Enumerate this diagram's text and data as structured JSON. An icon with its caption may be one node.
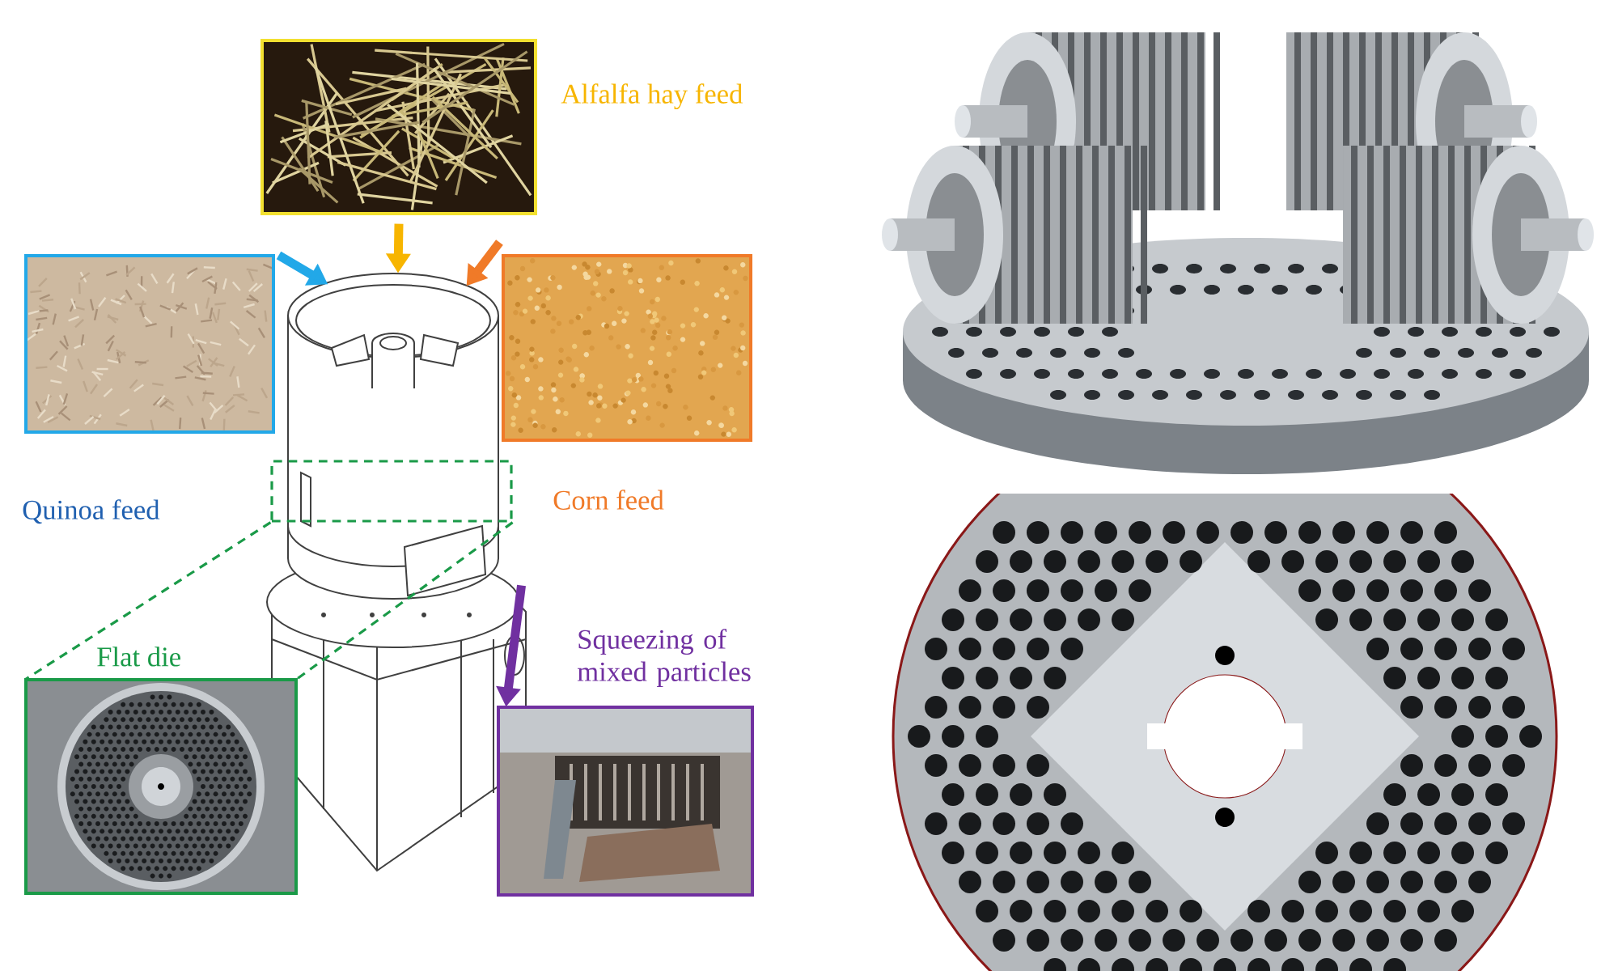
{
  "diagram": {
    "nodes": [
      {
        "text": [
          "Alfalfa hay feed"
        ]
      },
      {
        "text": [
          "Quinoa feed"
        ]
      },
      {
        "text": [
          "Corn feed"
        ]
      },
      {
        "text": [],
        "shape": "picture"
      },
      {
        "text": [],
        "shape": "box",
        "in": 3
      },
      {
        "text": [
          "Flat die"
        ]
      },
      {
        "text": [
          "Squeezing of mixed particles"
        ]
      }
    ],
    "edges": [
      {
        "from": 0,
        "to": 3,
        "arrow": "to",
        "color": "#f7b500"
      },
      {
        "from": 1,
        "to": 3,
        "arrow": "to",
        "color": "#22a8e8"
      },
      {
        "from": 2,
        "to": 3,
        "arrow": "to",
        "color": "#f07a28"
      },
      {
        "from": 3,
        "to": 6,
        "arrow": "to",
        "color": "#7030a0"
      },
      {
        "from": 4,
        "to": 5,
        "arrow": "none",
        "style": "dashed",
        "color": "#1a9a48"
      },
      {
        "from": 4,
        "to": 5,
        "arrow": "none",
        "style": "dashed",
        "color": "#1a9a48"
      }
    ]
  }
}
